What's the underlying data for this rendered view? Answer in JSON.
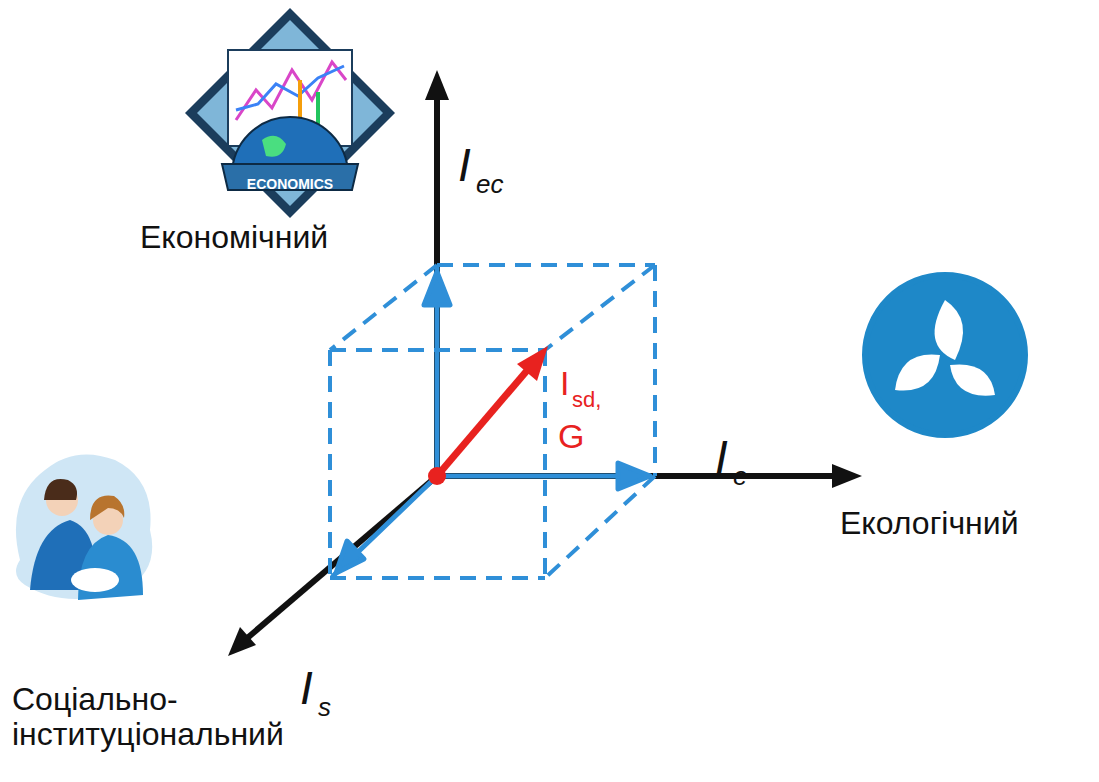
{
  "diagram": {
    "labels": [
      "ECONOMICS",
      "Економічний",
      "Екологічний",
      "Соціально- інституціональний",
      "I",
      "ec",
      "I",
      "e",
      "I",
      "s",
      "I",
      "sd,",
      "G"
    ]
  }
}
